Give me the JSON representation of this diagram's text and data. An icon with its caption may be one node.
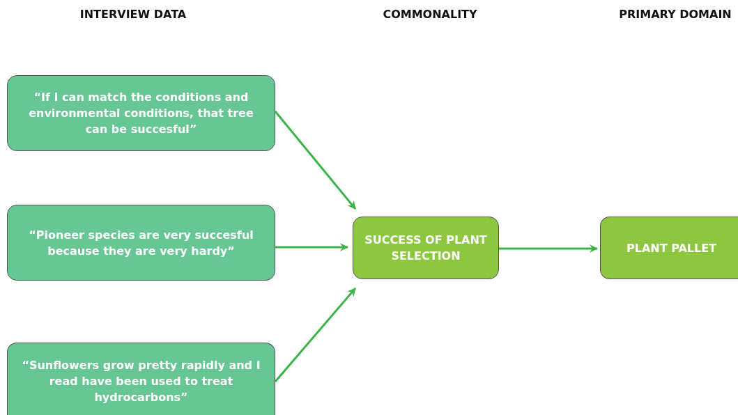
{
  "diagram": {
    "nodes": [
      {
        "text": [
          "“If I can match the conditions and environmental conditions, that tree can be succesful”"
        ]
      },
      {
        "text": [
          "“Pioneer species are very succesful because they are very hardy”"
        ]
      },
      {
        "text": [
          "“Sunflowers grow pretty rapidly and I read have been used to treat hydrocarbons”"
        ]
      },
      {
        "text": [
          "SUCCESS OF PLANT SELECTION"
        ]
      },
      {
        "text": [
          "PLANT PALLET"
        ]
      }
    ],
    "edges": [
      {
        "from": 0,
        "to": 3,
        "arrow": "to"
      },
      {
        "from": 1,
        "to": 3,
        "arrow": "to"
      },
      {
        "from": 2,
        "to": 3,
        "arrow": "to"
      },
      {
        "from": 3,
        "to": 4,
        "arrow": "to"
      }
    ],
    "labels": [
      "INTERVIEW DATA",
      "COMMONALITY",
      "PRIMARY DOMAIN"
    ]
  }
}
